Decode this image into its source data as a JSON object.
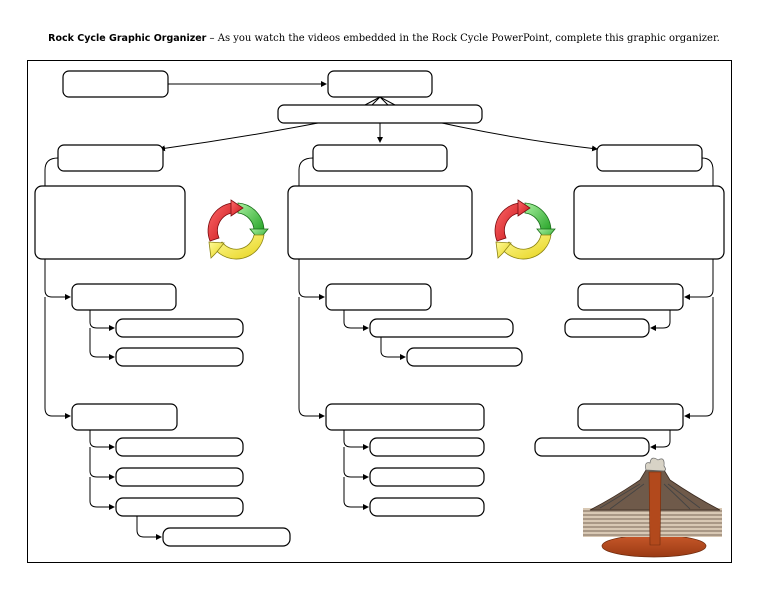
{
  "header": {
    "title": "Rock Cycle Graphic Organizer",
    "separator": "–",
    "instructions": "As you watch the videos embedded in the Rock Cycle PowerPoint, complete this graphic organizer."
  },
  "colors": {
    "cycle_red": "#e8242a",
    "cycle_green": "#3ec23a",
    "cycle_yellow": "#f4ea3c",
    "magma": "#b2491c",
    "strata": "#8a7460"
  },
  "icons": [
    "cycle-arrows-icon",
    "volcano-illustration"
  ]
}
